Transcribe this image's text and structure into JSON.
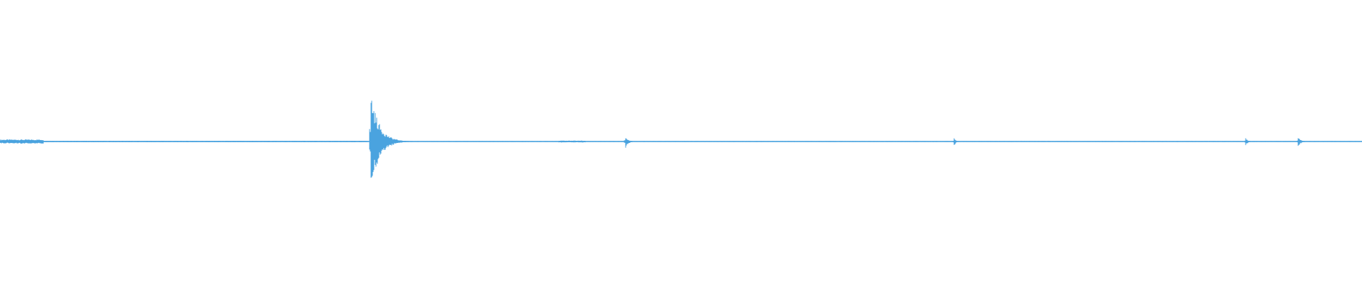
{
  "waveform": {
    "color": "#4aa3df",
    "baseline_level": 0.0,
    "noise_level": 0.006,
    "segments": [
      {
        "start": 0.0,
        "end": 0.032,
        "level": 0.04
      },
      {
        "start": 0.032,
        "end": 0.27,
        "level": 0.012
      },
      {
        "start": 0.41,
        "end": 0.43,
        "level": 0.018
      }
    ],
    "events": [
      {
        "position": 0.272,
        "peak": 1.0,
        "trough": 1.0,
        "decay": 0.006
      },
      {
        "position": 0.459,
        "peak": 0.12,
        "trough": 0.15,
        "decay": 0.002
      },
      {
        "position": 0.7005,
        "peak": 0.09,
        "trough": 0.11,
        "decay": 0.001
      },
      {
        "position": 0.9145,
        "peak": 0.08,
        "trough": 0.09,
        "decay": 0.0015
      },
      {
        "position": 0.953,
        "peak": 0.09,
        "trough": 0.1,
        "decay": 0.002
      }
    ]
  }
}
